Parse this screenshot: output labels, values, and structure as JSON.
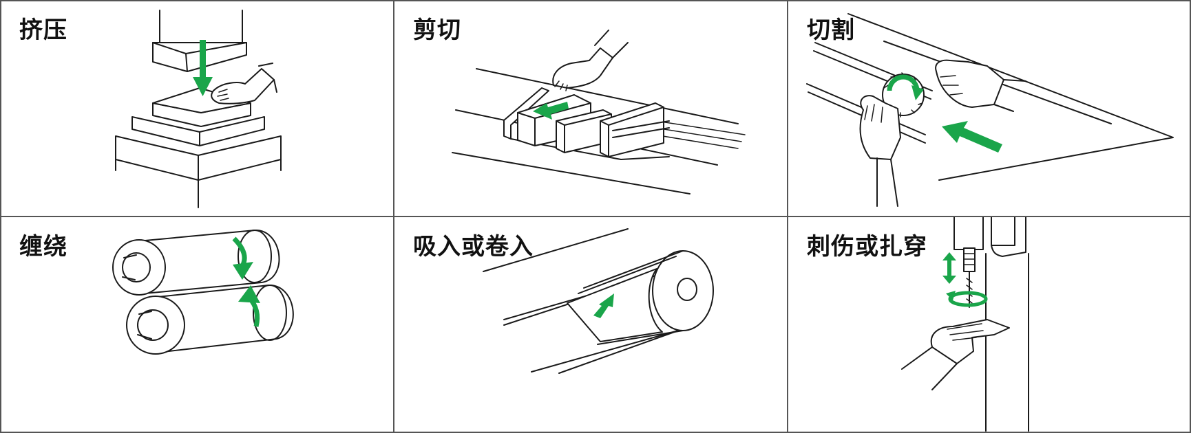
{
  "colors": {
    "accent": "#1aa54a",
    "line": "#1a1a1a",
    "border": "#555555"
  },
  "hazards": [
    {
      "id": "squeeze",
      "label": "挤压",
      "icon": "press-squeeze-icon"
    },
    {
      "id": "shear",
      "label": "剪切",
      "icon": "shear-slide-icon"
    },
    {
      "id": "cut",
      "label": "切割",
      "icon": "saw-cut-icon"
    },
    {
      "id": "entangle",
      "label": "缠绕",
      "icon": "rollers-entangle-icon"
    },
    {
      "id": "drawin",
      "label": "吸入或卷入",
      "icon": "belt-drawin-icon"
    },
    {
      "id": "puncture",
      "label": "刺伤或扎穿",
      "icon": "drill-puncture-icon"
    }
  ]
}
